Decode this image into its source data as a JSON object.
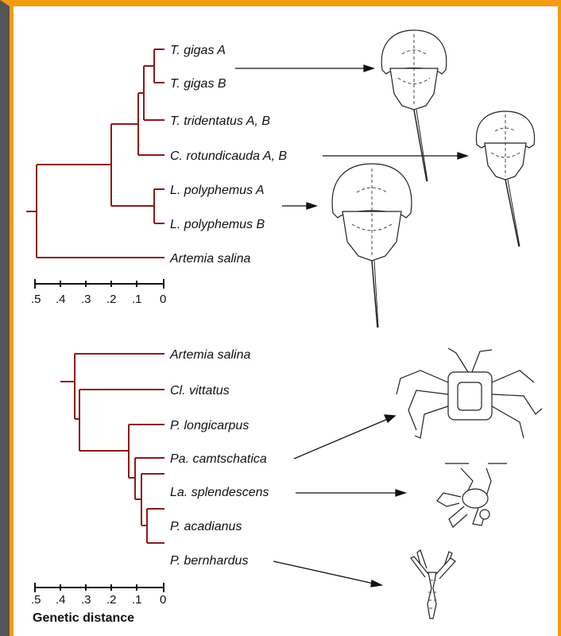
{
  "colors": {
    "branch": "#8b1a1a",
    "border": "#f39c12",
    "background": "#555555"
  },
  "tree1": {
    "taxa": [
      "T. gigas A",
      "T. gigas B",
      "T. tridentatus A, B",
      "C. rotundicauda A, B",
      "L. polyphemus A",
      "L. polyphemus B",
      "Artemia salina"
    ]
  },
  "tree2": {
    "taxa": [
      "Artemia salina",
      "Cl. vittatus",
      "P. longicarpus",
      "Pa. camtschatica",
      "La. splendescens",
      "P. acadianus",
      "P. bernhardus"
    ]
  },
  "scale": {
    "ticks": [
      ".5",
      ".4",
      ".3",
      ".2",
      ".1",
      "0"
    ],
    "title": "Genetic distance"
  },
  "illustrations": [
    "horseshoe-crab-icon",
    "horseshoe-crab-icon",
    "horseshoe-crab-icon",
    "king-crab-icon",
    "hermit-crab-icon",
    "hermit-crab-icon"
  ]
}
